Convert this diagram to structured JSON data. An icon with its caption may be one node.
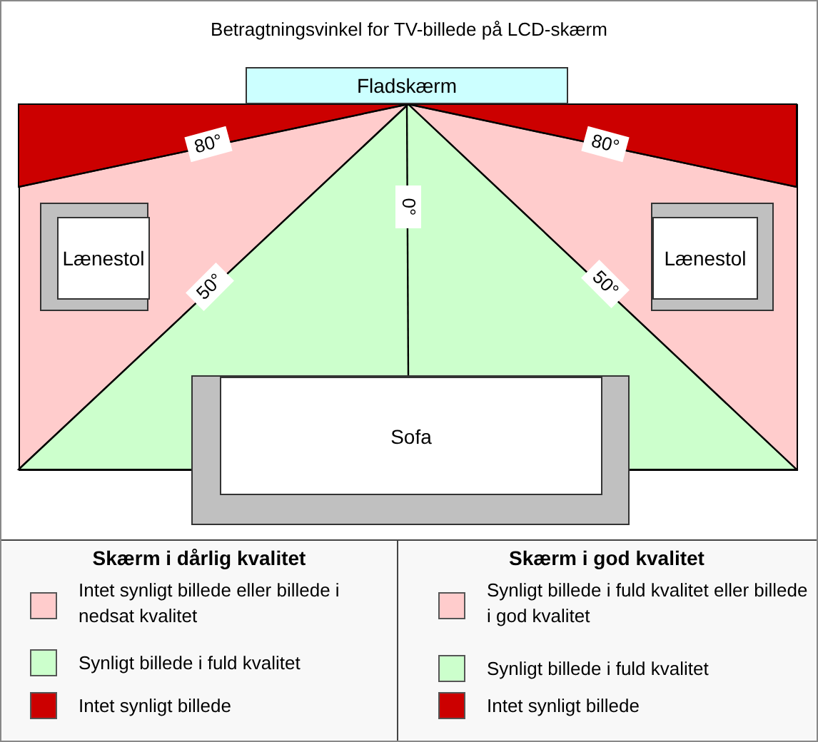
{
  "diagram": {
    "title": "Betragtningsvinkel for TV-billede på LCD-skærm",
    "nodes": [
      {
        "text": [
          "Fladskærm"
        ]
      },
      {
        "text": [
          "Lænestol"
        ]
      },
      {
        "text": [
          "Lænestol"
        ]
      },
      {
        "text": [
          "Sofa"
        ]
      }
    ],
    "edges": [
      {
        "from": 0,
        "to": 3,
        "arrow": "none",
        "label": "0°"
      }
    ],
    "labels": [
      "80°",
      "80°",
      "50°",
      "50°",
      "Skærm i dårlig kvalitet",
      "Skærm i god kvalitet"
    ],
    "legend": [
      {
        "text": "Intet synligt billede eller billede i nedsat kvalitet",
        "color": "#ffcccc"
      },
      {
        "text": "Synligt billede i fuld kvalitet",
        "color": "#ccffcc"
      },
      {
        "text": "Intet synligt billede",
        "color": "#cc0000"
      },
      {
        "text": "Synligt billede i fuld kvalitet eller billede i god kvalitet",
        "color": "#ffcccc"
      },
      {
        "text": "Synligt billede i fuld kvalitet",
        "color": "#ccffcc"
      },
      {
        "text": "Intet synligt billede",
        "color": "#cc0000"
      }
    ]
  }
}
